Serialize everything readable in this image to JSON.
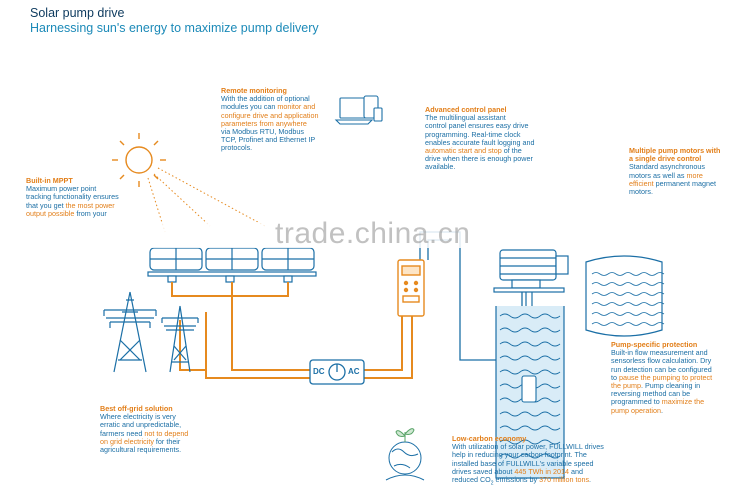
{
  "header": {
    "title": "Solar pump drive",
    "subtitle": "Harnessing sun's energy to maximize pump delivery"
  },
  "blocks": {
    "mppt": {
      "heading": "Built-in MPPT",
      "l1": "Maximum power point",
      "l2": "tracking functionality ensures",
      "l3a": "that you get ",
      "l3b": "the most power",
      "l4": "output possible",
      "l4b": " from your"
    },
    "remote": {
      "heading": "Remote monitoring",
      "l1": "With the addition of optional",
      "l2a": "modules you can ",
      "l2b": "monitor and",
      "l3": "configure drive and application",
      "l4": "parameters from anywhere",
      "l5": "via Modbus RTU, Modbus",
      "l6": "TCP, Profinet and Ethernet IP",
      "l7": "protocols."
    },
    "control": {
      "heading": "Advanced control panel",
      "l1": "The multilingual assistant",
      "l2": "control panel ensures easy drive",
      "l3": "programming. Real-time clock",
      "l4": "enables accurate fault logging and",
      "l5a": "automatic start and stop",
      "l5b": " of the",
      "l6": "drive when there is enough power",
      "l7": "available."
    },
    "multi": {
      "heading1": "Multiple pump motors with",
      "heading2": "a single drive control",
      "l1": "Standard asynchronous",
      "l2a": "motors as well as ",
      "l2b": "more",
      "l3a": "efficient",
      "l3b": " permanent magnet",
      "l4": "motors."
    },
    "offgrid": {
      "heading": "Best off-grid solution",
      "l1": "Where electricity is very",
      "l2": "erratic and unpredictable,",
      "l3a": "farmers need ",
      "l3b": "not to depend",
      "l4": "on grid electricity",
      "l4b": " for their",
      "l5": "agricultural requirements."
    },
    "pump": {
      "heading": "Pump-specific protection",
      "l1": "Built-in flow measurement and",
      "l2": "sensorless flow calculation. Dry",
      "l3": "run detection can be configured",
      "l4a": "to ",
      "l4b": "pause the pumping to protect",
      "l5a": "the pump",
      "l5b": ". Pump cleaning in",
      "l6": "reversing method can be",
      "l7a": "programmed to ",
      "l7b": "maximize the",
      "l8": "pump operation",
      "l8b": "."
    },
    "lowcarbon": {
      "heading": "Low-carbon economy",
      "l1": "With utilization of solar power, FULLWILL drives",
      "l2": "help in reducing your carbon footprint. The",
      "l3": "installed base of FULLWILL's variable speed",
      "l4a": "drives saved about ",
      "l4b": "445 TWh in 2014",
      "l4c": " and",
      "l5a": "reduced CO",
      "l5s": "2",
      "l5b": " emissions by ",
      "l5c": "370 million tons",
      "l5d": "."
    }
  },
  "converter": {
    "dc": "DC",
    "ac": "AC"
  },
  "watermark": "trade.china.cn",
  "colors": {
    "line": "#1b6fa6",
    "accent": "#e68a1f",
    "text": "#1c6fa5",
    "water": "#d9ecf7"
  }
}
